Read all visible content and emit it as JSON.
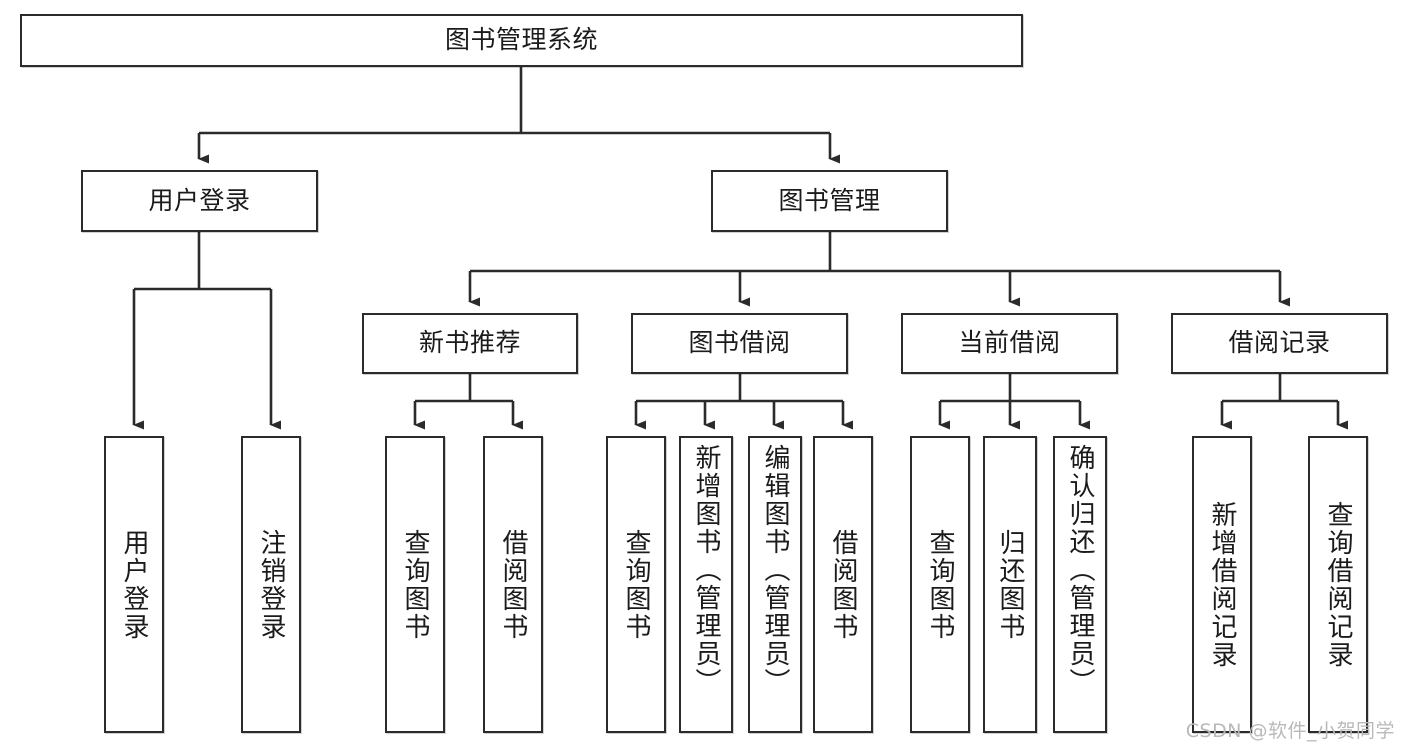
{
  "diagram": {
    "title": "图书管理系统",
    "type": "tree-hierarchy-diagram",
    "watermark": "CSDN @软件_小贺同学",
    "colors": {
      "stroke": "#2b2b2b",
      "fill": "#ffffff",
      "text": "#1b1b1b",
      "watermark": "#b9b9b9"
    },
    "levels": {
      "root": "图书管理系统",
      "level2": [
        "用户登录",
        "图书管理"
      ],
      "level3": [
        "新书推荐",
        "图书借阅",
        "当前借阅",
        "借阅记录"
      ]
    }
  },
  "nodes": {
    "root": {
      "label": "图书管理系统"
    },
    "user_login": {
      "label": "用户登录"
    },
    "book_manage": {
      "label": "图书管理"
    },
    "new_book_rec": {
      "label": "新书推荐"
    },
    "book_borrow": {
      "label": "图书借阅"
    },
    "current_borrow": {
      "label": "当前借阅"
    },
    "borrow_record": {
      "label": "借阅记录"
    },
    "leaf_user_login": {
      "label": "用户登录"
    },
    "leaf_logout": {
      "label": "注销登录"
    },
    "leaf_query_book_1": {
      "label": "查询图书"
    },
    "leaf_borrow_book_1": {
      "label": "借阅图书"
    },
    "leaf_query_book_2": {
      "label": "查询图书"
    },
    "leaf_add_book": {
      "label": "新增图书（管理员）"
    },
    "leaf_edit_book": {
      "label": "编辑图书（管理员）"
    },
    "leaf_borrow_book_2": {
      "label": "借阅图书"
    },
    "leaf_query_book_3": {
      "label": "查询图书"
    },
    "leaf_return_book": {
      "label": "归还图书"
    },
    "leaf_confirm_return": {
      "label": "确认归还（管理员）"
    },
    "leaf_add_record": {
      "label": "新增借阅记录"
    },
    "leaf_query_record": {
      "label": "查询借阅记录"
    }
  }
}
